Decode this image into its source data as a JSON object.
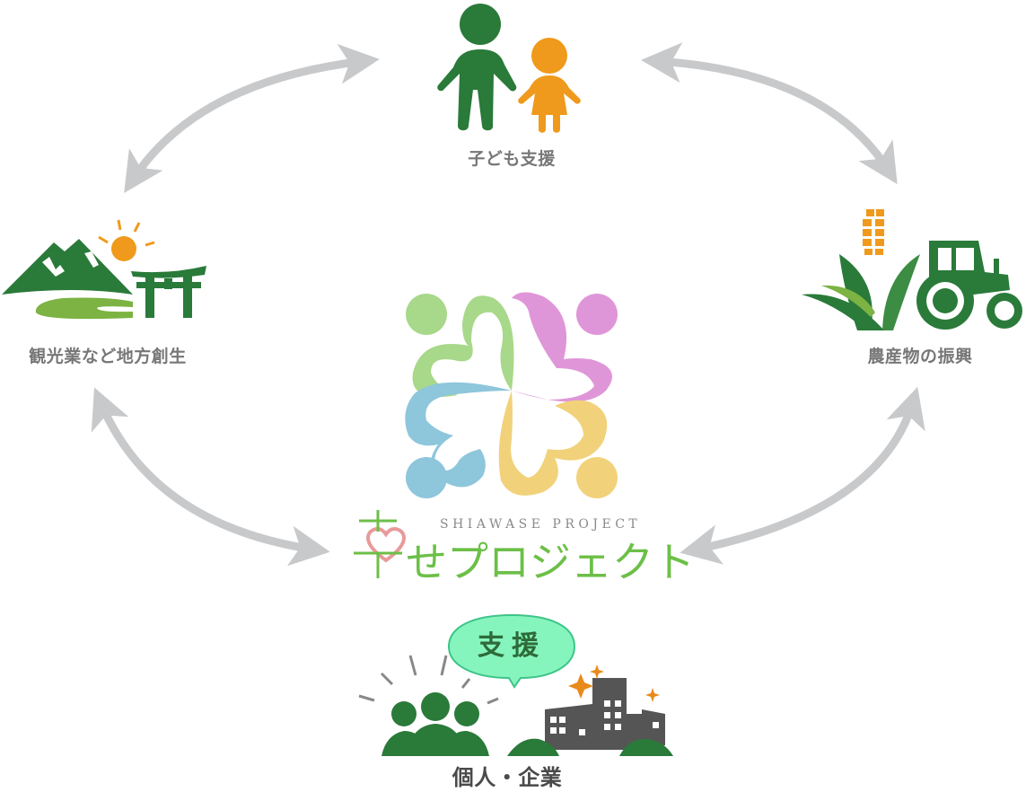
{
  "diagram": {
    "title": "幸せプロジェクト support cycle",
    "nodes": {
      "children": {
        "label": "子ども支援",
        "icon": "parent-child-icon"
      },
      "tourism": {
        "label": "観光業など地方創生",
        "icon": "mountain-torii-icon"
      },
      "agriculture": {
        "label": "農産物の振興",
        "icon": "corn-tractor-icon"
      },
      "supporters": {
        "label": "個人・企業",
        "icon": "people-buildings-icon",
        "bubble": "支援"
      }
    },
    "logo": {
      "english": "SHIAWASE PROJECT",
      "japanese_rest": "せプロジェクト",
      "japanese_first": "幸"
    },
    "arrows": [
      {
        "from": "tourism",
        "to": "children",
        "type": "bidirectional"
      },
      {
        "from": "children",
        "to": "agriculture",
        "type": "bidirectional"
      },
      {
        "from": "tourism",
        "to": "logo",
        "type": "bidirectional"
      },
      {
        "from": "agriculture",
        "to": "logo",
        "type": "bidirectional"
      }
    ],
    "colors": {
      "green_dark": "#2a7a3a",
      "green_light": "#7cb342",
      "orange": "#ef9a1c",
      "arrow_gray": "#c8c9cb",
      "label_gray": "#777777",
      "bubble_fill": "#86f5bd",
      "logo_green": "#a8d88a",
      "logo_pink": "#df96d8",
      "logo_blue": "#8ec6dc",
      "logo_yellow": "#f1d27a",
      "heart_pink": "#e89a9a",
      "building_gray": "#555555"
    }
  }
}
